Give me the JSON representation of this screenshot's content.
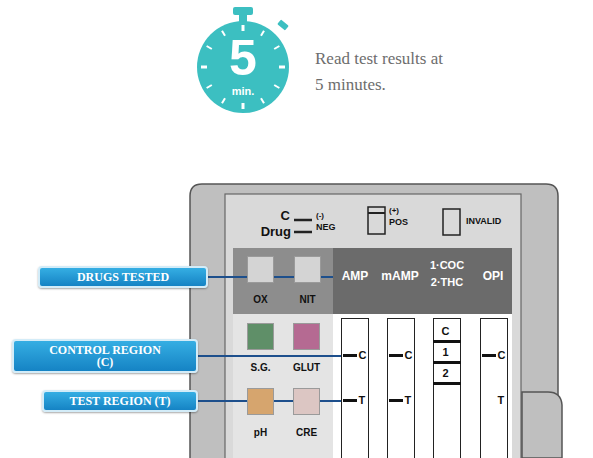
{
  "diagram": {
    "nodes": [
      {
        "text": [
          "5",
          "min."
        ]
      },
      {
        "text": [
          "DRUGS TESTED"
        ]
      },
      {
        "text": [
          "CONTROL REGION (C)"
        ]
      },
      {
        "text": [
          "TEST REGION (T)"
        ]
      },
      {
        "text": [
          "OX"
        ]
      },
      {
        "text": [
          "NIT"
        ]
      },
      {
        "text": [
          "S.G."
        ]
      },
      {
        "text": [
          "GLUT"
        ]
      },
      {
        "text": [
          "pH"
        ]
      },
      {
        "text": [
          "CRE"
        ]
      },
      {
        "text": [
          "C",
          "T"
        ]
      },
      {
        "text": [
          "C",
          "T"
        ]
      },
      {
        "text": [
          "C",
          "1",
          "2"
        ]
      },
      {
        "text": [
          "C",
          "T"
        ]
      }
    ],
    "labels": [
      "Read test results at 5 minutes.",
      "C",
      "Drug",
      "(-)",
      "NEG",
      "(+)",
      "POS",
      "INVALID",
      "AMP",
      "mAMP",
      "1·COC",
      "2·THC",
      "OPI"
    ]
  }
}
